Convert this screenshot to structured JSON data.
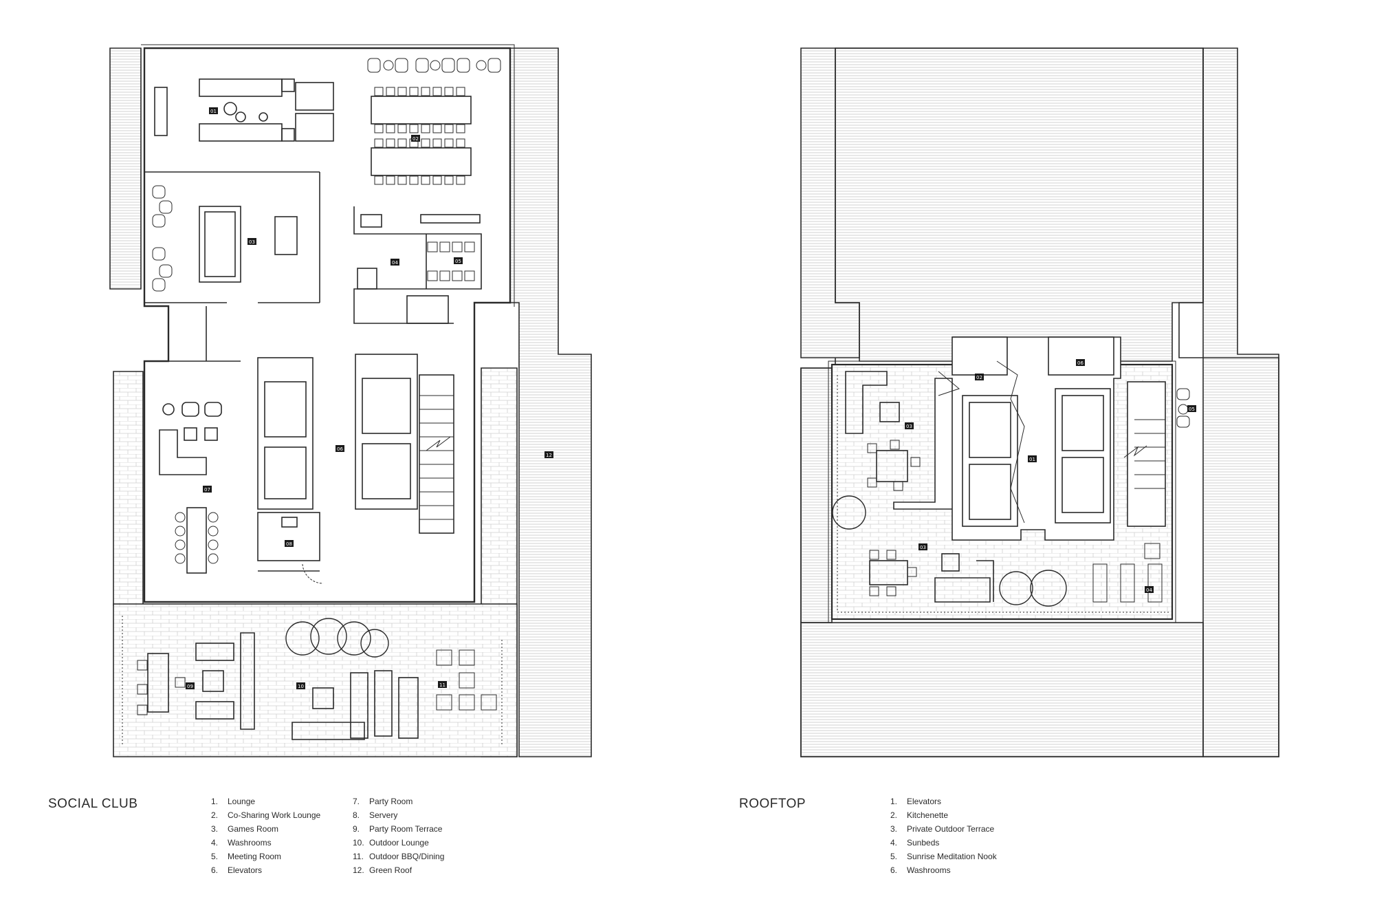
{
  "social_club": {
    "title": "SOCIAL CLUB",
    "legend": [
      {
        "num": "1.",
        "label": "Lounge"
      },
      {
        "num": "2.",
        "label": "Co-Sharing Work Lounge"
      },
      {
        "num": "3.",
        "label": "Games Room"
      },
      {
        "num": "4.",
        "label": "Washrooms"
      },
      {
        "num": "5.",
        "label": "Meeting Room"
      },
      {
        "num": "6.",
        "label": "Elevators"
      },
      {
        "num": "7.",
        "label": "Party Room"
      },
      {
        "num": "8.",
        "label": "Servery"
      },
      {
        "num": "9.",
        "label": "Party Room Terrace"
      },
      {
        "num": "10.",
        "label": "Outdoor Lounge"
      },
      {
        "num": "11.",
        "label": "Outdoor BBQ/Dining"
      },
      {
        "num": "12.",
        "label": "Green Roof"
      }
    ],
    "tags": [
      "01",
      "02",
      "03",
      "04",
      "05",
      "06",
      "07",
      "08",
      "09",
      "10",
      "11",
      "12"
    ]
  },
  "rooftop": {
    "title": "ROOFTOP",
    "legend": [
      {
        "num": "1.",
        "label": "Elevators"
      },
      {
        "num": "2.",
        "label": "Kitchenette"
      },
      {
        "num": "3.",
        "label": "Private Outdoor Terrace"
      },
      {
        "num": "4.",
        "label": "Sunbeds"
      },
      {
        "num": "5.",
        "label": "Sunrise Meditation Nook"
      },
      {
        "num": "6.",
        "label": "Washrooms"
      }
    ],
    "tags": [
      "01",
      "02",
      "03",
      "03",
      "04",
      "05",
      "06"
    ]
  },
  "colors": {
    "line": "#2a2a2a",
    "hatch": "#c9c9c9",
    "tag_bg": "#1a1a1a"
  }
}
